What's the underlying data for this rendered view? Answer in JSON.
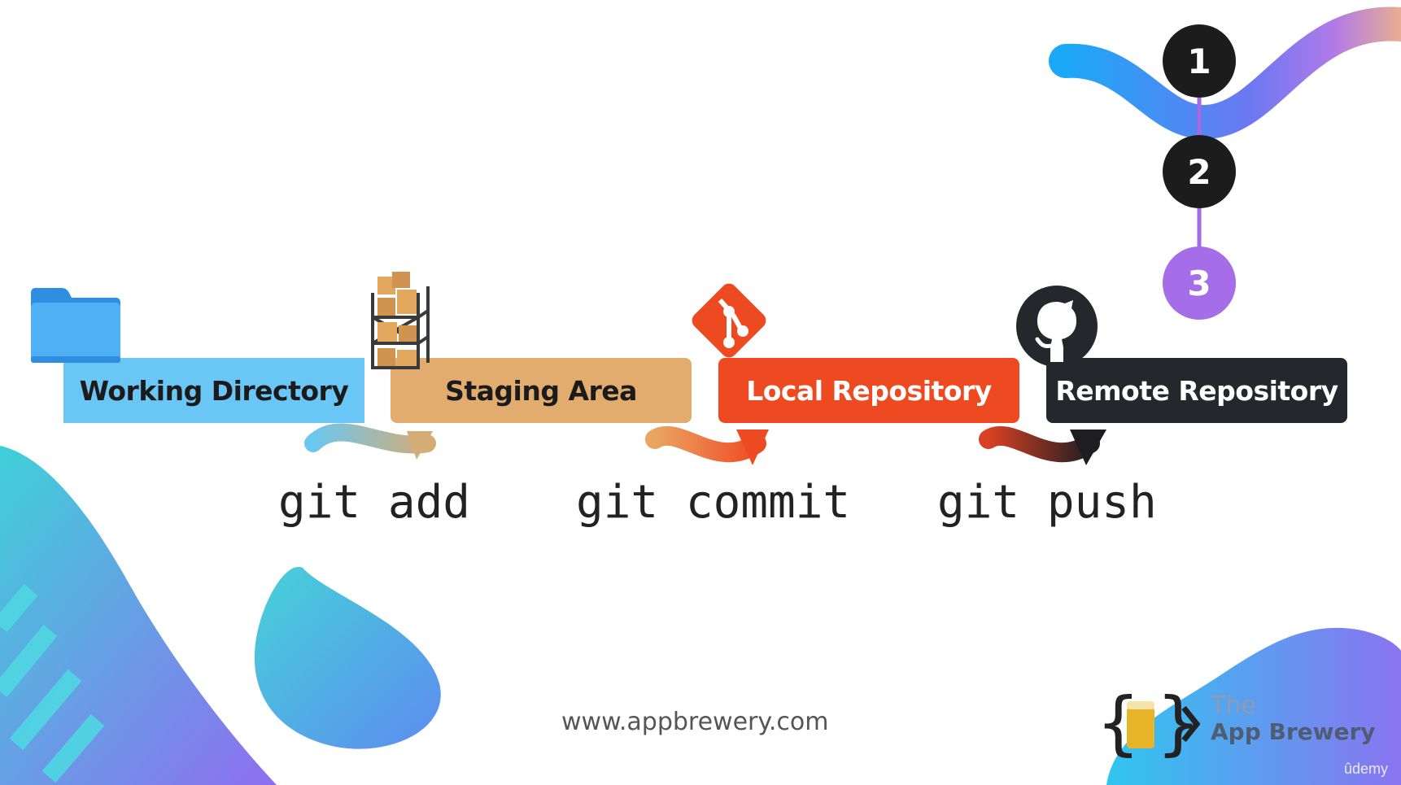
{
  "stages": [
    {
      "label": "Working Directory",
      "color": "#69c6f5",
      "text_color": "#1b1b1b",
      "icon": "folder-icon"
    },
    {
      "label": "Staging Area",
      "color": "#e1ac6e",
      "text_color": "#1b1b1b",
      "icon": "warehouse-shelves-icon"
    },
    {
      "label": "Local Repository",
      "color": "#ee4a22",
      "text_color": "#ffffff",
      "icon": "git-logo-icon"
    },
    {
      "label": "Remote Repository",
      "color": "#24272b",
      "text_color": "#ffffff",
      "icon": "github-octocat-icon"
    }
  ],
  "commands": [
    "git add",
    "git commit",
    "git push"
  ],
  "steps": [
    "1",
    "2",
    "3"
  ],
  "steps_colors": {
    "done": "#1c1c1c",
    "current": "#a66de9",
    "connector": "#a46ae3"
  },
  "website": "www.appbrewery.com",
  "brand": {
    "line1": "The",
    "line2": "App Brewery",
    "colors": {
      "line1": "#8f9bb3",
      "line2": "#4e5d74",
      "cup": "#e8b42a"
    }
  },
  "watermark": "ûdemy"
}
